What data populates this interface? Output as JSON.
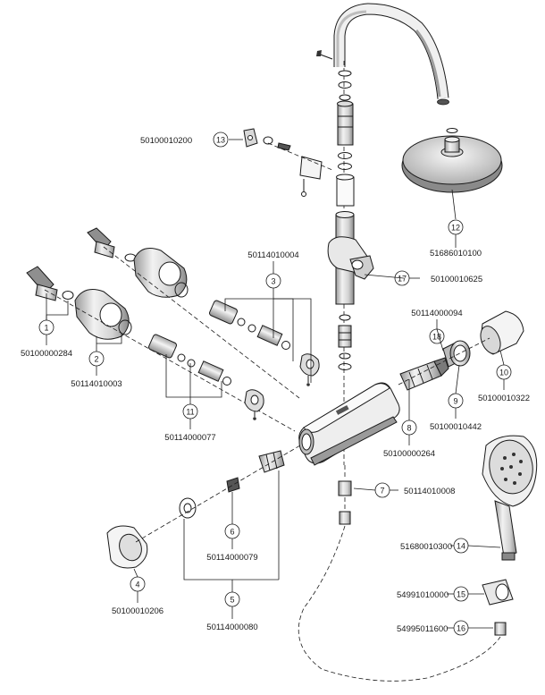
{
  "callouts": [
    {
      "num": "1",
      "part": "50100000284"
    },
    {
      "num": "2",
      "part": "50114010003"
    },
    {
      "num": "3",
      "part": "50114010004"
    },
    {
      "num": "4",
      "part": "50100010206"
    },
    {
      "num": "5",
      "part": "50114000080"
    },
    {
      "num": "6",
      "part": "50114000079"
    },
    {
      "num": "7",
      "part": "50114010008"
    },
    {
      "num": "8",
      "part": "50100000264"
    },
    {
      "num": "9",
      "part": "50100010442"
    },
    {
      "num": "10",
      "part": "50100010322"
    },
    {
      "num": "11",
      "part": "50114000077"
    },
    {
      "num": "12",
      "part": "51686010100"
    },
    {
      "num": "13",
      "part": "50100010200"
    },
    {
      "num": "14",
      "part": "51680010300"
    },
    {
      "num": "15",
      "part": "54991010000"
    },
    {
      "num": "16",
      "part": "54995011600"
    },
    {
      "num": "17",
      "part": "50100010625"
    },
    {
      "num": "18",
      "part": "50114000094"
    }
  ],
  "colors": {
    "line": "#1a1a1a",
    "part_fill": "#e4e4e4",
    "part_dark": "#8c8c8c",
    "background": "#ffffff"
  }
}
